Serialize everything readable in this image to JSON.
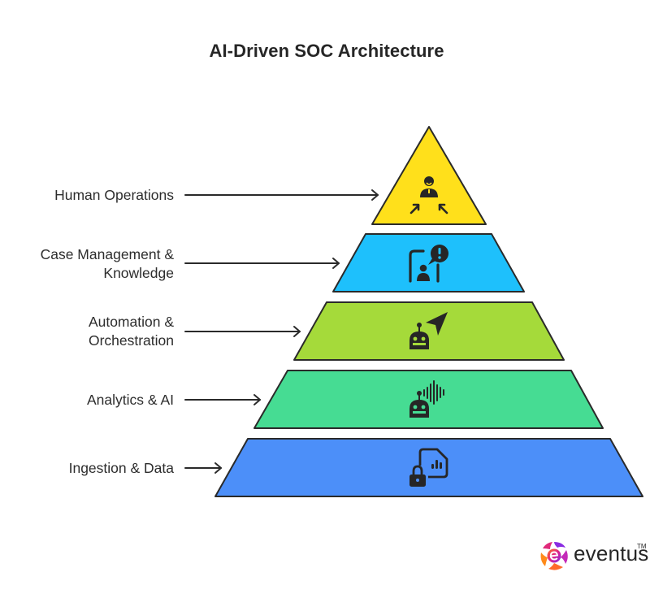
{
  "title": "AI-Driven SOC Architecture",
  "layers": [
    {
      "label_lines": [
        "Human Operations"
      ],
      "color": "#FFE01B",
      "icon": "people-convergence-icon"
    },
    {
      "label_lines": [
        "Case Management &",
        "Knowledge"
      ],
      "color": "#1EC0FC",
      "icon": "case-alert-user-icon"
    },
    {
      "label_lines": [
        "Automation &",
        "Orchestration"
      ],
      "color": "#A5DA3A",
      "icon": "robot-navigation-icon"
    },
    {
      "label_lines": [
        "Analytics & AI"
      ],
      "color": "#46DC93",
      "icon": "robot-soundwave-icon"
    },
    {
      "label_lines": [
        "Ingestion & Data"
      ],
      "color": "#4C8FF9",
      "icon": "lock-data-file-icon"
    }
  ],
  "outline_color": "#2a2a2a",
  "logo": {
    "text": "eventus",
    "trademark": "TM"
  }
}
